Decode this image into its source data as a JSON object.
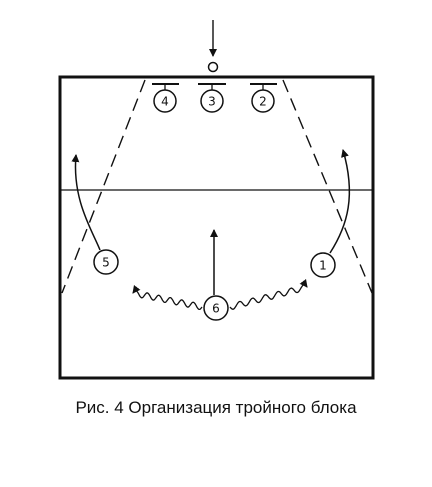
{
  "caption": "Рис. 4 Организация тройного блока",
  "players": {
    "p4": "4",
    "p3": "3",
    "p2": "2",
    "p5": "5",
    "p1": "1",
    "p6": "6"
  },
  "colors": {
    "line": "#111111",
    "background": "#ffffff"
  }
}
